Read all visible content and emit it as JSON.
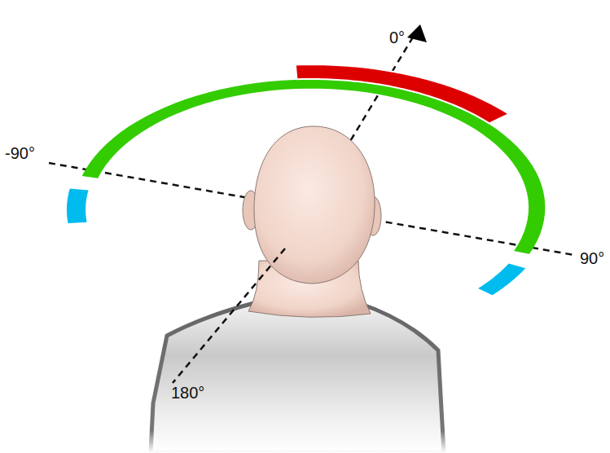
{
  "diagram": {
    "labels": [
      "0°",
      "-90°",
      "90°",
      "180°"
    ]
  }
}
